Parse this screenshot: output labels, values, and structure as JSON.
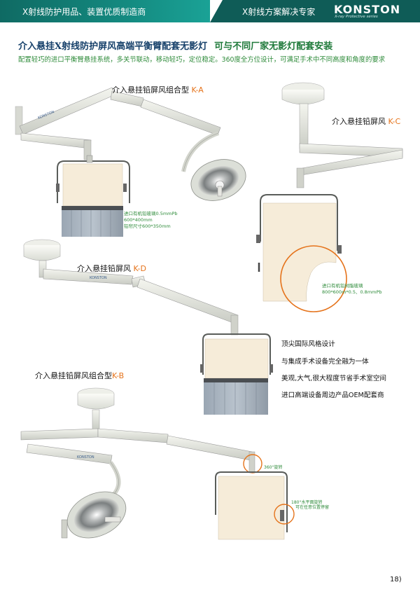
{
  "header": {
    "left_text": "X射线防护用品、装置优质制造商",
    "right_text": "X射线方案解决专家",
    "brand": "KONSTON",
    "brand_sub": "X-ray Protective series"
  },
  "title": {
    "main": "介入悬挂X射线防护屏风高端平衡臂配套无影灯",
    "secondary": "可与不同厂家无影灯配套安装"
  },
  "subtitle": "配置轻巧的进口平衡臂悬挂系统，多关节联动，移动轻巧，定位稳定。360度全方位设计，可满足手术中不同高度和角度的要求",
  "products": {
    "ka": {
      "name": "介入悬挂铅屏风组合型",
      "code": "K-A",
      "spec": [
        "进口有机铅玻璃0.5mmPb",
        "600*400mm",
        "铅帘尺寸600*350mm"
      ]
    },
    "kc": {
      "name": "介入悬挂铅屏风",
      "code": "K-C",
      "spec": [
        "进口有机铅树脂玻璃",
        "800*600m*0.5、0.8mmPb"
      ]
    },
    "kd": {
      "name": "介入悬挂铅屏风",
      "code": "K-D"
    },
    "kb": {
      "name": "介入悬挂铅屏风组合型",
      "code": "K-B"
    }
  },
  "features": [
    "顶尖国际风格设计",
    "与集成手术设备完全融为一体",
    "美观,大气,很大程度节省手术室空间",
    "进口高端设备周边产品OEM配套商"
  ],
  "callouts": {
    "rotate": "360°旋转",
    "horizontal": [
      "180°水平面旋转",
      "可在任意位置停留"
    ]
  },
  "arm_logo": "KONSTON",
  "page_number": "18)",
  "colors": {
    "header_green": "#0f6a63",
    "accent_orange": "#e5731b",
    "spec_green": "#2e8b3a",
    "title_blue": "#16406a"
  }
}
